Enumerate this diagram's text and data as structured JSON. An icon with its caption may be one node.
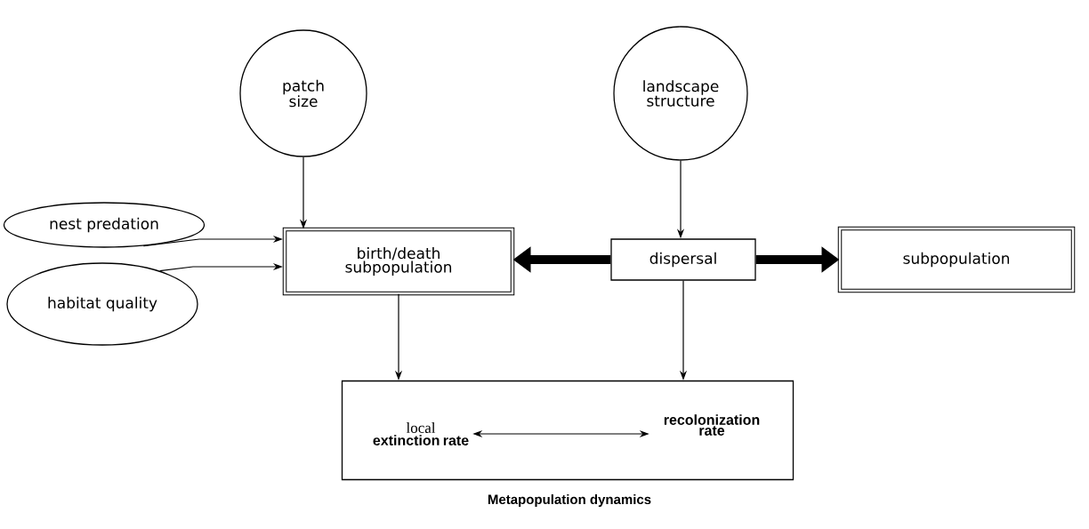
{
  "diagram": {
    "caption": "Metapopulation dynamics",
    "nodes": [
      {
        "text": [
          "patch size"
        ]
      },
      {
        "text": [
          "landscape structure"
        ]
      },
      {
        "text": [
          "nest predation"
        ]
      },
      {
        "text": [
          "habitat quality"
        ]
      },
      {
        "text": [
          "birth/death subpopulation"
        ]
      },
      {
        "text": [
          "dispersal"
        ]
      },
      {
        "text": [
          "subpopulation"
        ]
      },
      {
        "text": [],
        "shape": "box"
      },
      {
        "text": [
          "local",
          "extinction rate"
        ],
        "in": 7
      },
      {
        "text": [
          "recolonization rate"
        ],
        "in": 7
      }
    ],
    "edges": [
      {
        "from": 0,
        "to": 4,
        "arrow": "to"
      },
      {
        "from": 1,
        "to": 5,
        "arrow": "to"
      },
      {
        "from": 2,
        "to": 4,
        "arrow": "to"
      },
      {
        "from": 3,
        "to": 4,
        "arrow": "to"
      },
      {
        "from": 5,
        "to": 4,
        "arrow": "to",
        "style": "thick"
      },
      {
        "from": 5,
        "to": 6,
        "arrow": "to",
        "style": "thick"
      },
      {
        "from": 4,
        "to": 7,
        "arrow": "to"
      },
      {
        "from": 5,
        "to": 7,
        "arrow": "to"
      },
      {
        "from": 8,
        "to": 9,
        "arrow": "both"
      }
    ]
  }
}
